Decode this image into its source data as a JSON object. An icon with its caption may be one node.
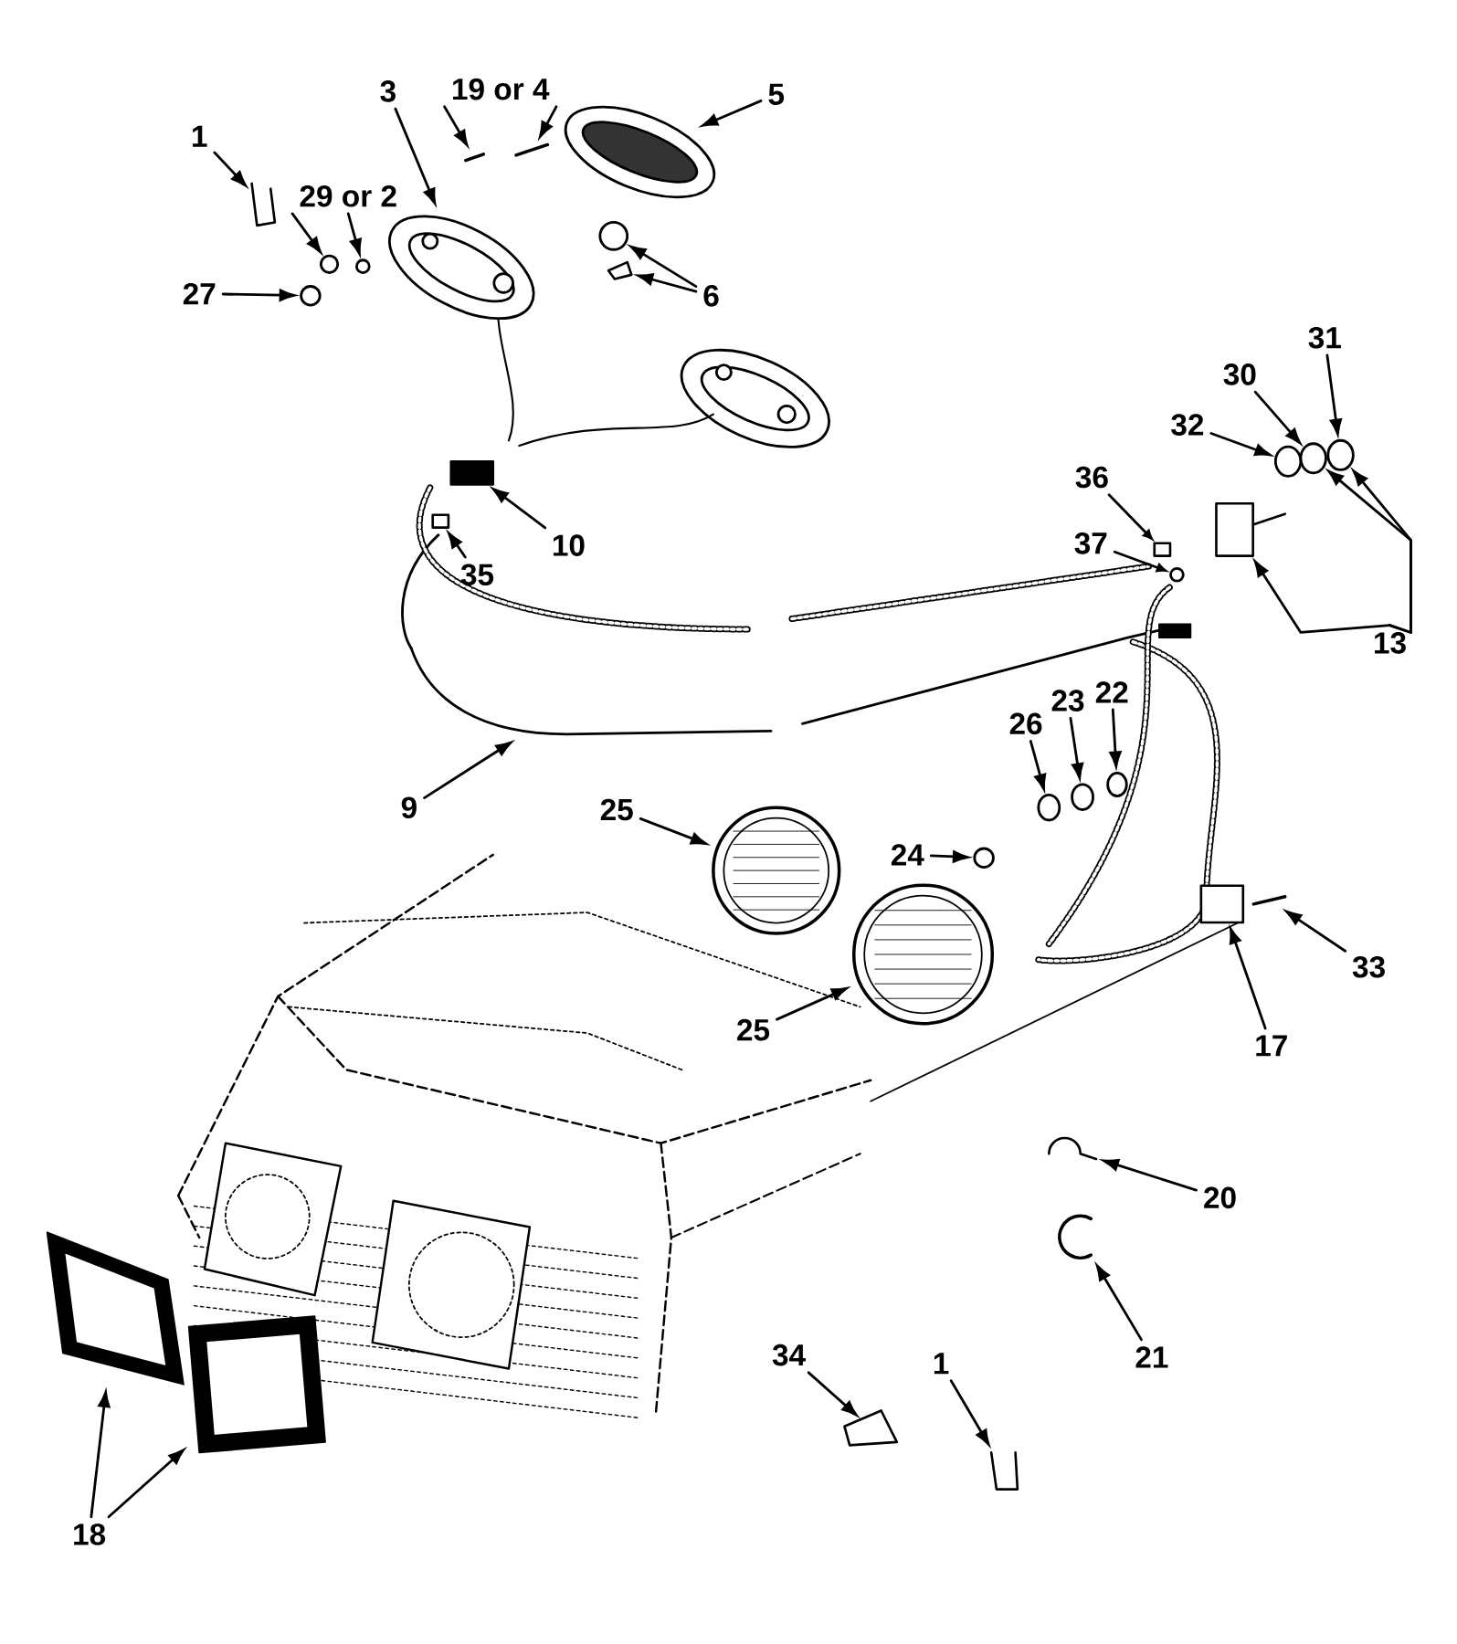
{
  "diagram": {
    "nodes": [
      {
        "text": [
          "1"
        ]
      },
      {
        "text": [
          "3"
        ]
      },
      {
        "text": [
          "19 or 4"
        ]
      },
      {
        "text": [
          "5"
        ]
      },
      {
        "text": [
          "29 or 2"
        ]
      },
      {
        "text": [
          "27"
        ]
      },
      {
        "text": [
          "6"
        ]
      },
      {
        "text": [
          "10"
        ]
      },
      {
        "text": [
          "35"
        ]
      },
      {
        "text": [
          "36"
        ]
      },
      {
        "text": [
          "37"
        ]
      },
      {
        "text": [
          "32"
        ]
      },
      {
        "text": [
          "30"
        ]
      },
      {
        "text": [
          "31"
        ]
      },
      {
        "text": [
          "13"
        ]
      },
      {
        "text": [
          "9"
        ]
      },
      {
        "text": [
          "26"
        ]
      },
      {
        "text": [
          "23"
        ]
      },
      {
        "text": [
          "22"
        ]
      },
      {
        "text": [
          "25"
        ]
      },
      {
        "text": [
          "24"
        ]
      },
      {
        "text": [
          "25"
        ]
      },
      {
        "text": [
          "33"
        ]
      },
      {
        "text": [
          "17"
        ]
      },
      {
        "text": [
          "20"
        ]
      },
      {
        "text": [
          "21"
        ]
      },
      {
        "text": [
          "34"
        ]
      },
      {
        "text": [
          "1"
        ]
      },
      {
        "text": [
          "18"
        ]
      },
      {
        "text": [],
        "shape": "picture"
      },
      {
        "text": [],
        "shape": "picture"
      },
      {
        "text": [],
        "shape": "picture"
      },
      {
        "text": [],
        "shape": "picture"
      },
      {
        "text": [],
        "shape": "picture"
      },
      {
        "text": [],
        "shape": "circle"
      },
      {
        "text": [],
        "shape": "circle"
      },
      {
        "text": [],
        "shape": "circle"
      },
      {
        "text": [],
        "shape": "circle"
      },
      {
        "text": [],
        "shape": "picture"
      },
      {
        "text": [],
        "shape": "box"
      },
      {
        "text": [],
        "shape": "box"
      },
      {
        "text": [],
        "shape": "box"
      },
      {
        "text": [],
        "shape": "circle"
      },
      {
        "text": [],
        "shape": "circle"
      },
      {
        "text": [],
        "shape": "circle"
      },
      {
        "text": [],
        "shape": "circle"
      },
      {
        "text": [],
        "shape": "box"
      },
      {
        "text": [],
        "shape": "picture"
      },
      {
        "text": [],
        "shape": "circle"
      },
      {
        "text": [],
        "shape": "circle"
      },
      {
        "text": [],
        "shape": "circle"
      },
      {
        "text": [],
        "shape": "picture"
      },
      {
        "text": [],
        "shape": "circle"
      },
      {
        "text": [],
        "shape": "picture"
      },
      {
        "text": [],
        "shape": "picture"
      },
      {
        "text": [],
        "shape": "box"
      },
      {
        "text": [],
        "shape": "picture"
      },
      {
        "text": [],
        "shape": "picture"
      },
      {
        "text": [],
        "shape": "picture"
      },
      {
        "text": [],
        "shape": "picture"
      },
      {
        "text": [],
        "shape": "picture"
      },
      {
        "text": [],
        "shape": "picture"
      }
    ],
    "edges": [
      {
        "from": 0,
        "to": 29,
        "arrow": "to"
      },
      {
        "from": 1,
        "to": 30,
        "arrow": "to"
      },
      {
        "from": 2,
        "to": 31,
        "arrow": "to"
      },
      {
        "from": 2,
        "to": 32,
        "arrow": "to"
      },
      {
        "from": 3,
        "to": 33,
        "arrow": "to"
      },
      {
        "from": 4,
        "to": 34,
        "arrow": "to"
      },
      {
        "from": 4,
        "to": 35,
        "arrow": "to"
      },
      {
        "from": 5,
        "to": 36,
        "arrow": "to"
      },
      {
        "from": 6,
        "to": 37,
        "arrow": "to"
      },
      {
        "from": 6,
        "to": 38,
        "arrow": "to"
      },
      {
        "from": 7,
        "to": 39,
        "arrow": "to"
      },
      {
        "from": 8,
        "to": 40,
        "arrow": "to"
      },
      {
        "from": 9,
        "to": 41,
        "arrow": "to"
      },
      {
        "from": 10,
        "to": 42,
        "arrow": "to"
      },
      {
        "from": 11,
        "to": 43,
        "arrow": "to"
      },
      {
        "from": 12,
        "to": 44,
        "arrow": "to"
      },
      {
        "from": 13,
        "to": 45,
        "arrow": "to"
      },
      {
        "from": 14,
        "to": 46,
        "arrow": "to"
      },
      {
        "from": 14,
        "to": 44,
        "arrow": "to"
      },
      {
        "from": 14,
        "to": 45,
        "arrow": "to"
      },
      {
        "from": 15,
        "to": 47,
        "arrow": "to"
      },
      {
        "from": 16,
        "to": 48,
        "arrow": "to"
      },
      {
        "from": 17,
        "to": 49,
        "arrow": "to"
      },
      {
        "from": 18,
        "to": 50,
        "arrow": "to"
      },
      {
        "from": 19,
        "to": 51,
        "arrow": "to"
      },
      {
        "from": 20,
        "to": 52,
        "arrow": "to"
      },
      {
        "from": 21,
        "to": 53,
        "arrow": "to"
      },
      {
        "from": 22,
        "to": 54,
        "arrow": "to"
      },
      {
        "from": 23,
        "to": 55,
        "arrow": "to"
      },
      {
        "from": 24,
        "to": 56,
        "arrow": "to"
      },
      {
        "from": 25,
        "to": 57,
        "arrow": "to"
      },
      {
        "from": 26,
        "to": 58,
        "arrow": "to"
      },
      {
        "from": 27,
        "to": 59,
        "arrow": "to"
      },
      {
        "from": 28,
        "to": 60,
        "arrow": "to"
      },
      {
        "from": 28,
        "to": 61,
        "arrow": "to"
      }
    ]
  }
}
